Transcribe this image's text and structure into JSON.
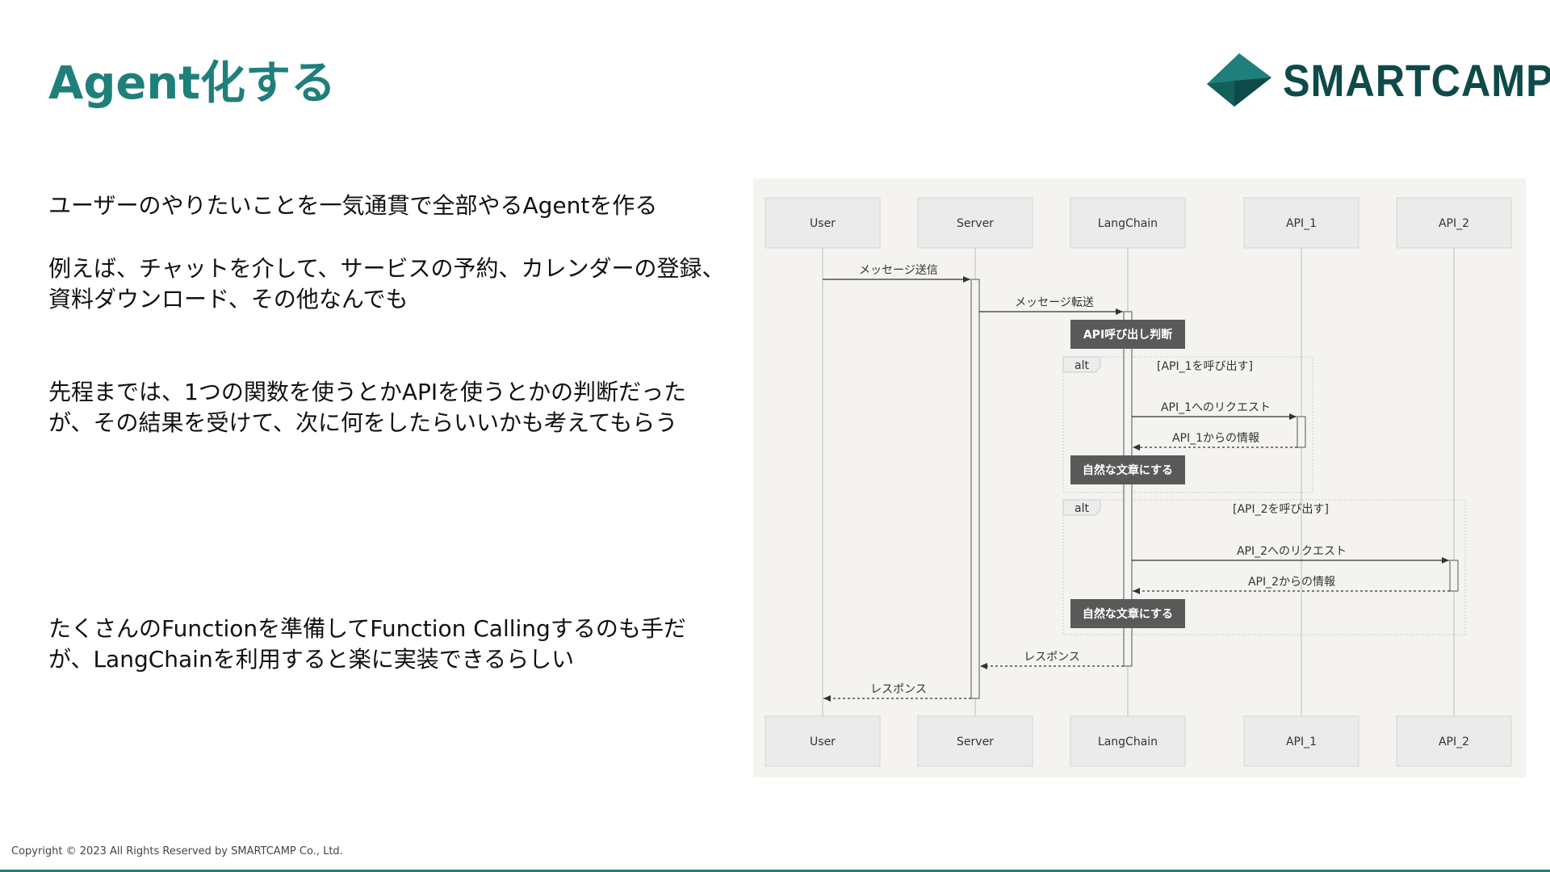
{
  "slide": {
    "title": "Agent化する",
    "logo_text": "SMARTCAMP",
    "paragraphs": [
      {
        "lines": [
          "ユーザーのやりたいことを一気通貫で全部やるAgentを作る"
        ]
      },
      {
        "lines": [
          "例えば、チャットを介して、サービスの予約、カレンダーの登録、",
          "資料ダウンロード、その他なんでも"
        ]
      },
      {
        "lines": [
          "先程までは、1つの関数を使うとかAPIを使うとかの判断だった",
          "が、その結果を受けて、次に何をしたらいいかも考えてもらう"
        ]
      },
      {
        "lines": [
          "たくさんのFunctionを準備してFunction Callingするのも手だ",
          "が、LangChainを利用すると楽に実装できるらしい"
        ]
      }
    ],
    "footer": "Copyright © 2023 All Rights Reserved by SMARTCAMP Co., Ltd."
  },
  "diagram": {
    "participants": [
      "User",
      "Server",
      "LangChain",
      "API_1",
      "API_2"
    ],
    "messages": [
      {
        "text": "メッセージ送信"
      },
      {
        "text": "メッセージ転送"
      },
      {
        "text": "API_1へのリクエスト"
      },
      {
        "text": "API_1からの情報"
      },
      {
        "text": "API_2へのリクエスト"
      },
      {
        "text": "API_2からの情報"
      },
      {
        "text": "レスポンス"
      },
      {
        "text": "レスポンス"
      }
    ],
    "notes": [
      "API呼び出し判断",
      "自然な文章にする",
      "自然な文章にする"
    ],
    "alt_blocks": [
      {
        "keyword": "alt",
        "condition": "[API_1を呼び出す]"
      },
      {
        "keyword": "alt",
        "condition": "[API_2を呼び出す]"
      }
    ]
  },
  "colors": {
    "accent": "#1f7f7a",
    "logo": "#0f4a4a",
    "diagram_bg": "#f4f3f0",
    "participant_box": "#ebebeb",
    "note_box": "#595959"
  }
}
